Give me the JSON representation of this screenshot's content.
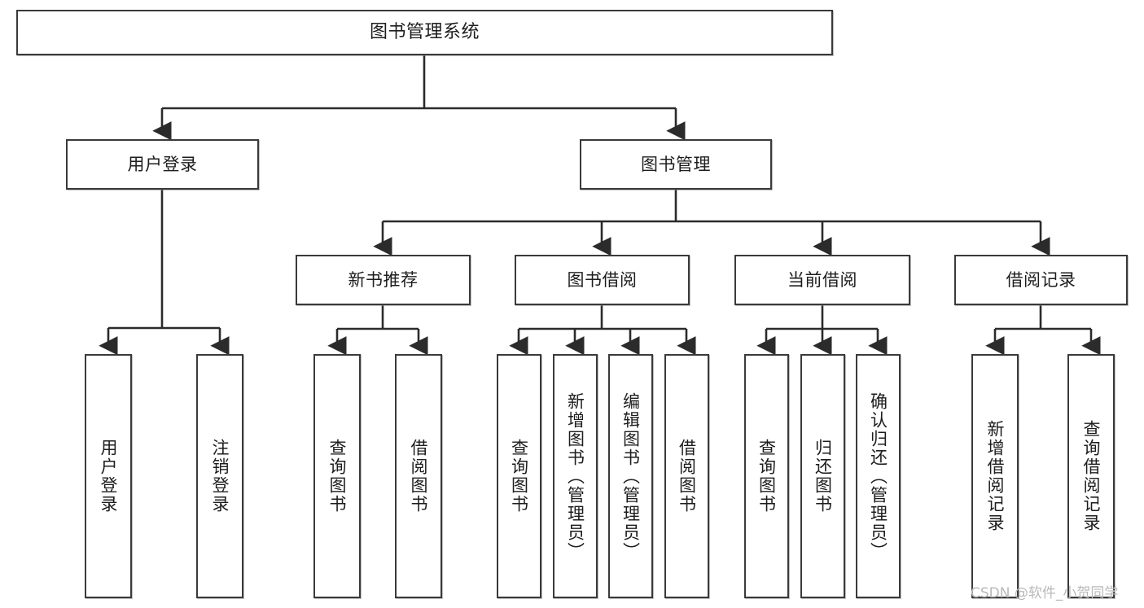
{
  "diagram": {
    "type": "tree",
    "title": "图书管理系统",
    "orientation": "top-down",
    "colors": {
      "box_border": "#3a3a3a",
      "box_fill": "#ffffff",
      "edge": "#2b2b2b",
      "text": "#1d1d1d",
      "watermark": "#b9b9b9",
      "background": "#ffffff"
    },
    "root": {
      "label": "图书管理系统"
    },
    "level1": [
      {
        "label": "用户登录"
      },
      {
        "label": "图书管理"
      }
    ],
    "level2": [
      {
        "label": "新书推荐"
      },
      {
        "label": "图书借阅"
      },
      {
        "label": "当前借阅"
      },
      {
        "label": "借阅记录"
      }
    ],
    "leaves": {
      "user_login": [
        {
          "label": "用户登录"
        },
        {
          "label": "注销登录"
        }
      ],
      "new_book_recommend": [
        {
          "label": "查询图书"
        },
        {
          "label": "借阅图书"
        }
      ],
      "book_borrow": [
        {
          "label": "查询图书"
        },
        {
          "label": "新增图书（管理员）"
        },
        {
          "label": "编辑图书（管理员）"
        },
        {
          "label": "借阅图书"
        }
      ],
      "current_borrow": [
        {
          "label": "查询图书"
        },
        {
          "label": "归还图书"
        },
        {
          "label": "确认归还（管理员）"
        }
      ],
      "borrow_record": [
        {
          "label": "新增借阅记录"
        },
        {
          "label": "查询借阅记录"
        }
      ]
    }
  },
  "watermark": {
    "text": "CSDN @软件_小贺同学"
  }
}
